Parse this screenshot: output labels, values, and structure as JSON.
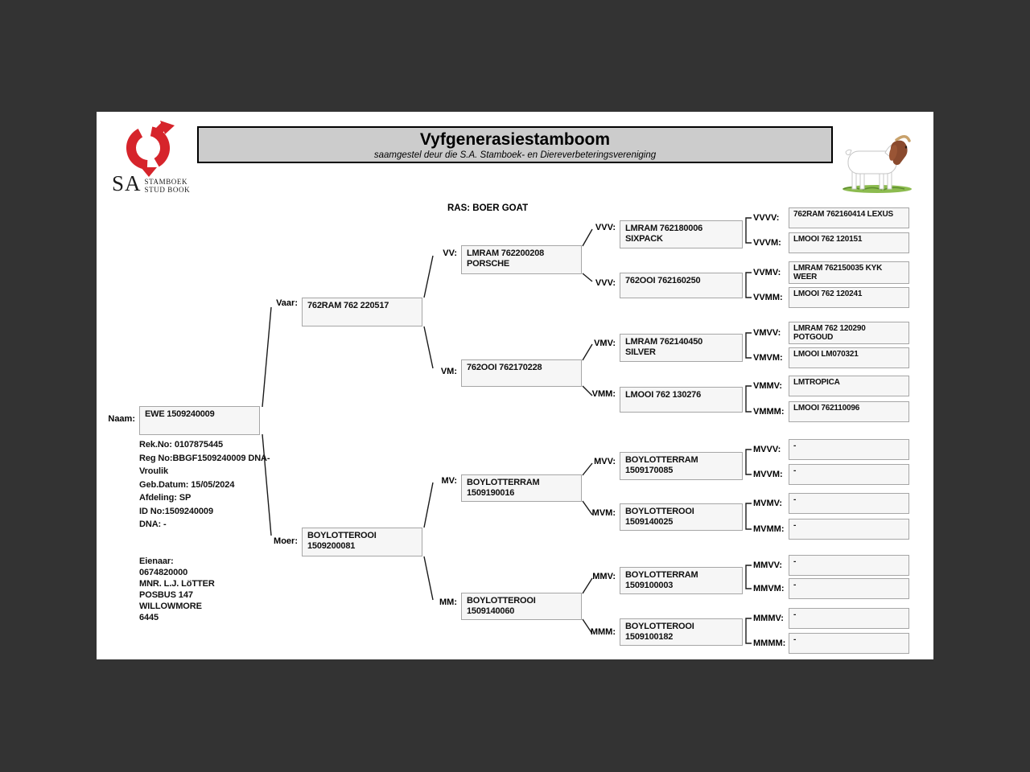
{
  "header": {
    "title": "Vyfgenerasiestamboom",
    "subtitle": "saamgestel deur die S.A. Stamboek- en Diereverbeteringsvereniging"
  },
  "logo": {
    "initials": "SA",
    "line1": "STAMBOEK",
    "line2": "STUD BOOK"
  },
  "breed": {
    "label": "RAS: BOER GOAT"
  },
  "subject": {
    "details": [
      "Rek.No: 0107875445",
      "Reg No:BBGF1509240009 DNA-",
      "Vroulik",
      "Geb.Datum: 15/05/2024",
      "Afdeling: SP",
      "ID No:1509240009",
      "DNA: -"
    ],
    "owner": [
      "Eienaar:",
      "0674820000",
      "MNR. L.J. LöTTER",
      "POSBUS 147",
      "WILLOWMORE",
      "6445"
    ]
  },
  "pedigree": {
    "nodes": [
      {
        "id": "naam",
        "label": "Naam:",
        "lines": [
          "EWE 1509240009"
        ]
      },
      {
        "id": "vaar",
        "label": "Vaar:",
        "lines": [
          "762RAM 762 220517"
        ]
      },
      {
        "id": "moer",
        "label": "Moer:",
        "lines": [
          "BOYLOTTEROOI",
          "1509200081"
        ]
      },
      {
        "id": "vv",
        "label": "VV:",
        "lines": [
          "LMRAM 762200208",
          "PORSCHE"
        ]
      },
      {
        "id": "vm",
        "label": "VM:",
        "lines": [
          "762OOI 762170228"
        ]
      },
      {
        "id": "mv",
        "label": "MV:",
        "lines": [
          "BOYLOTTERRAM",
          "1509190016"
        ]
      },
      {
        "id": "mm",
        "label": "MM:",
        "lines": [
          "BOYLOTTEROOI",
          "1509140060"
        ]
      },
      {
        "id": "vvv1",
        "label": "VVV:",
        "lines": [
          "LMRAM 762180006",
          "SIXPACK"
        ]
      },
      {
        "id": "vvv2",
        "label": "VVV:",
        "lines": [
          "762OOI 762160250"
        ]
      },
      {
        "id": "vmv",
        "label": "VMV:",
        "lines": [
          "LMRAM 762140450",
          "SILVER"
        ]
      },
      {
        "id": "vmm",
        "label": "VMM:",
        "lines": [
          "LMOOI 762 130276"
        ]
      },
      {
        "id": "mvv",
        "label": "MVV:",
        "lines": [
          "BOYLOTTERRAM",
          "1509170085"
        ]
      },
      {
        "id": "mvm",
        "label": "MVM:",
        "lines": [
          "BOYLOTTEROOI",
          "1509140025"
        ]
      },
      {
        "id": "mmv",
        "label": "MMV:",
        "lines": [
          "BOYLOTTERRAM",
          "1509100003"
        ]
      },
      {
        "id": "mmm",
        "label": "MMM:",
        "lines": [
          "BOYLOTTEROOI",
          "1509100182"
        ]
      },
      {
        "id": "vvvv",
        "label": "VVVV:",
        "lines": [
          "762RAM 762160414 LEXUS"
        ]
      },
      {
        "id": "vvvm",
        "label": "VVVM:",
        "lines": [
          "LMOOI 762 120151"
        ]
      },
      {
        "id": "vvmv",
        "label": "VVMV:",
        "lines": [
          "LMRAM 762150035 KYK",
          "WEER"
        ]
      },
      {
        "id": "vvmm",
        "label": "VVMM:",
        "lines": [
          "LMOOI 762 120241"
        ]
      },
      {
        "id": "vmvv",
        "label": "VMVV:",
        "lines": [
          "LMRAM 762 120290",
          "POTGOUD"
        ]
      },
      {
        "id": "vmvm",
        "label": "VMVM:",
        "lines": [
          "LMOOI LM070321"
        ]
      },
      {
        "id": "vmmv",
        "label": "VMMV:",
        "lines": [
          "LMTROPICA"
        ]
      },
      {
        "id": "vmmm",
        "label": "VMMM:",
        "lines": [
          "LMOOI 762110096"
        ]
      },
      {
        "id": "mvvv",
        "label": "MVVV:",
        "lines": [
          "-"
        ]
      },
      {
        "id": "mvvm",
        "label": "MVVM:",
        "lines": [
          "-"
        ]
      },
      {
        "id": "mvmv",
        "label": "MVMV:",
        "lines": [
          "-"
        ]
      },
      {
        "id": "mvmm",
        "label": "MVMM:",
        "lines": [
          "-"
        ]
      },
      {
        "id": "mmvv",
        "label": "MMVV:",
        "lines": [
          "-"
        ]
      },
      {
        "id": "mmvm",
        "label": "MMVM:",
        "lines": [
          "-"
        ]
      },
      {
        "id": "mmmv",
        "label": "MMMV:",
        "lines": [
          "-"
        ]
      },
      {
        "id": "mmmm",
        "label": "MMMM:",
        "lines": [
          "-"
        ]
      }
    ]
  },
  "colors": {
    "background": "#333333",
    "paper": "#ffffff",
    "header_fill": "#cccccc",
    "box_fill": "#f6f6f6",
    "box_border": "#a6a6a6",
    "accent_red": "#d6242b",
    "line": "#1a1a1a"
  }
}
